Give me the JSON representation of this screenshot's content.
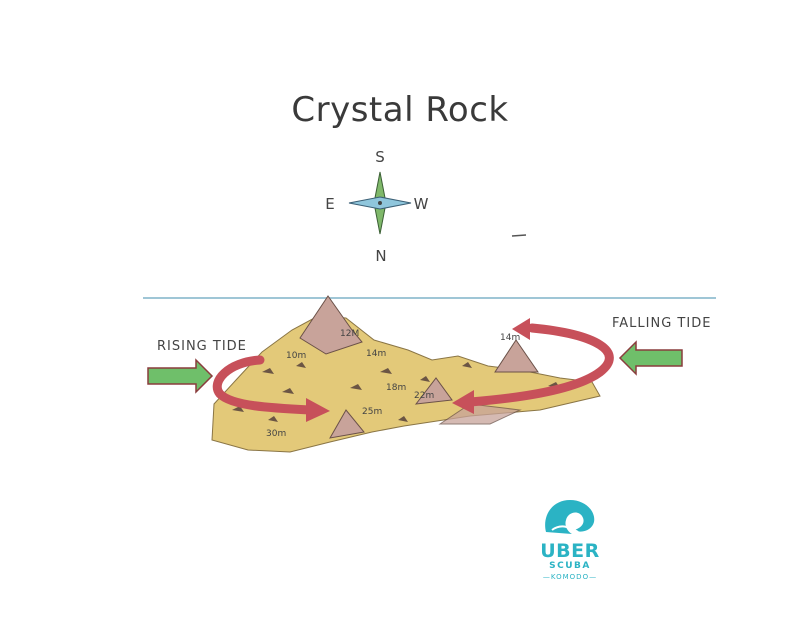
{
  "title": "Crystal Rock",
  "compass": {
    "south": "S",
    "east": "E",
    "west": "W",
    "north": "N"
  },
  "tides": {
    "rising": "RISING TIDE",
    "falling": "FALLING TIDE"
  },
  "depths": {
    "d12": "12M",
    "d14a": "14m",
    "d10": "10m",
    "d18": "18m",
    "d25": "25m",
    "d22": "22m",
    "d30": "30m",
    "d14b": "14m"
  },
  "logo": {
    "line1": "UBER",
    "line2": "SCUBA",
    "line3": "—KOMODO—"
  },
  "colors": {
    "water": "#9fc6d6",
    "rock": "#e3c979",
    "peak": "#c8a39a",
    "arrow_red": "#c7505a",
    "arrow_green": "#6fbf6a",
    "logo": "#2bb3c4"
  }
}
